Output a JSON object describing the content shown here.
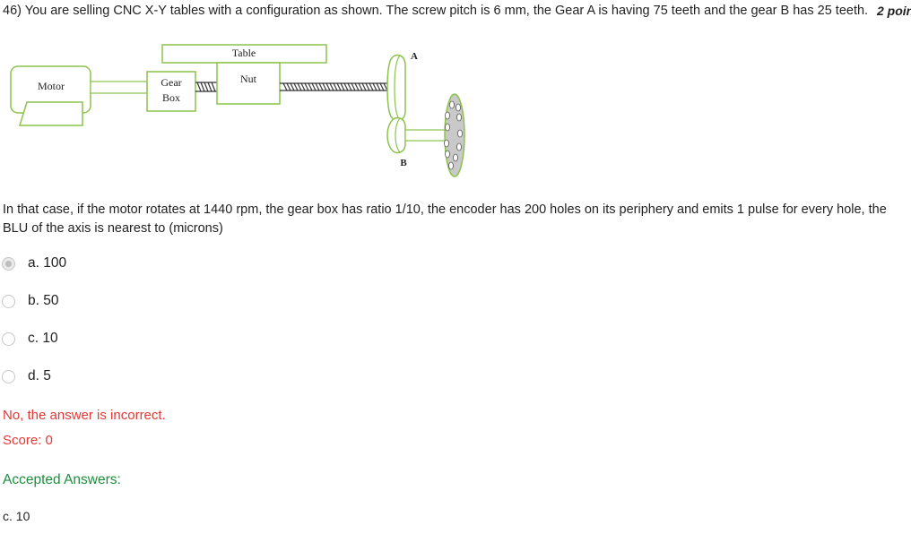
{
  "question": {
    "text": "46) You are selling CNC X-Y tables with a configuration as shown. The screw pitch is 6 mm, the Gear A is having 75 teeth and the gear B has 25 teeth.",
    "points": "2 poin",
    "body": "In that case, if the motor rotates at 1440 rpm, the gear box has ratio 1/10, the encoder has 200 holes on its periphery and emits 1 pulse for every hole, the BLU of the axis is nearest to (microns)"
  },
  "figure": {
    "motor": "Motor",
    "gear_box_line1": "Gear",
    "gear_box_line2": "Box",
    "table": "Table",
    "nut": "Nut",
    "gear_a": "A",
    "gear_b": "B"
  },
  "options": [
    {
      "label": "a. 100",
      "selected": true
    },
    {
      "label": "b. 50",
      "selected": false
    },
    {
      "label": "c. 10",
      "selected": false
    },
    {
      "label": "d. 5",
      "selected": false
    }
  ],
  "feedback": {
    "message": "No, the answer is incorrect.",
    "score": "Score: 0"
  },
  "accepted": {
    "heading": "Accepted Answers:",
    "answer": "c. 10"
  },
  "colors": {
    "diagram_green": "#8bc34a",
    "incorrect_red": "#e53935",
    "accepted_green": "#1e8e3e"
  }
}
